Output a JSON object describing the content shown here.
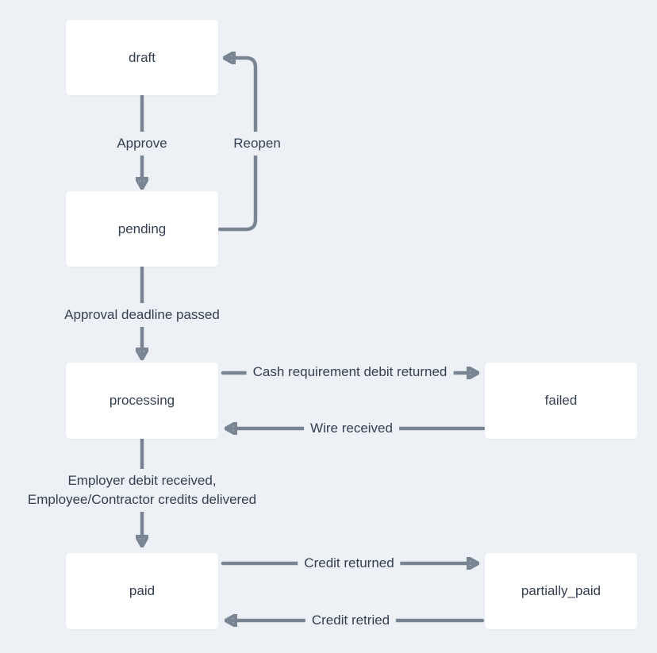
{
  "diagram": {
    "type": "state-machine",
    "states": [
      {
        "id": "draft",
        "label": "draft"
      },
      {
        "id": "pending",
        "label": "pending"
      },
      {
        "id": "processing",
        "label": "processing"
      },
      {
        "id": "failed",
        "label": "failed"
      },
      {
        "id": "paid",
        "label": "paid"
      },
      {
        "id": "partially_paid",
        "label": "partially_paid"
      }
    ],
    "transitions": [
      {
        "from": "draft",
        "to": "pending",
        "label": "Approve"
      },
      {
        "from": "pending",
        "to": "draft",
        "label": "Reopen"
      },
      {
        "from": "pending",
        "to": "processing",
        "label": "Approval deadline passed"
      },
      {
        "from": "processing",
        "to": "failed",
        "label": "Cash requirement debit returned"
      },
      {
        "from": "failed",
        "to": "processing",
        "label": "Wire received"
      },
      {
        "from": "processing",
        "to": "paid",
        "label": "Employer debit received, Employee/Contractor credits delivered",
        "label_lines": [
          "Employer debit received,",
          "Employee/Contractor credits delivered"
        ]
      },
      {
        "from": "paid",
        "to": "partially_paid",
        "label": "Credit returned"
      },
      {
        "from": "partially_paid",
        "to": "paid",
        "label": "Credit retried"
      }
    ],
    "colors": {
      "background": "#edf1f5",
      "node_fill": "#ffffff",
      "arrow": "#7a8594",
      "text": "#344050"
    }
  }
}
